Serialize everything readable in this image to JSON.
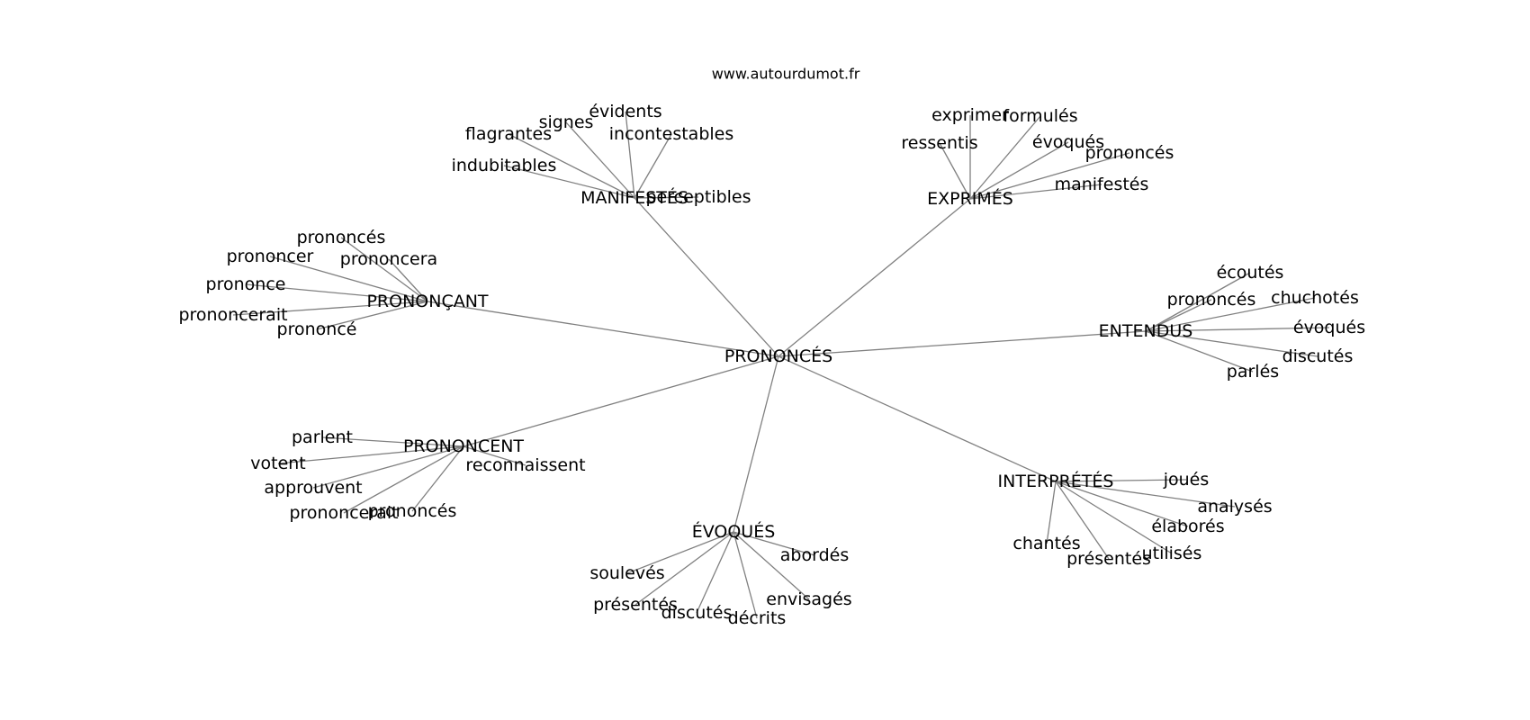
{
  "source": "www.autourdumot.fr",
  "graph": {
    "root": "PRONONCÉS",
    "groups": [
      {
        "label": "MANIFESTÉS",
        "leaves": [
          "évidents",
          "signes",
          "flagrantes",
          "incontestables",
          "indubitables",
          "perceptibles"
        ]
      },
      {
        "label": "EXPRIMÉS",
        "leaves": [
          "exprimer",
          "formulés",
          "ressentis",
          "évoqués",
          "prononcés",
          "manifestés"
        ]
      },
      {
        "label": "PRONONÇANT",
        "leaves": [
          "prononcés",
          "prononcer",
          "prononcera",
          "prononce",
          "prononcerait",
          "prononcé"
        ]
      },
      {
        "label": "ENTENDUS",
        "leaves": [
          "écoutés",
          "prononcés",
          "chuchotés",
          "évoqués",
          "discutés",
          "parlés"
        ]
      },
      {
        "label": "PRONONCENT",
        "leaves": [
          "parlent",
          "votent",
          "approuvent",
          "prononcerait",
          "prononcés",
          "reconnaissent"
        ]
      },
      {
        "label": "INTERPRÉTÉS",
        "leaves": [
          "joués",
          "analysés",
          "élaborés",
          "utilisés",
          "présentés",
          "chantés"
        ]
      },
      {
        "label": "ÉVOQUÉS",
        "leaves": [
          "abordés",
          "soulevés",
          "présentés",
          "discutés",
          "décrits",
          "envisagés"
        ]
      }
    ]
  }
}
